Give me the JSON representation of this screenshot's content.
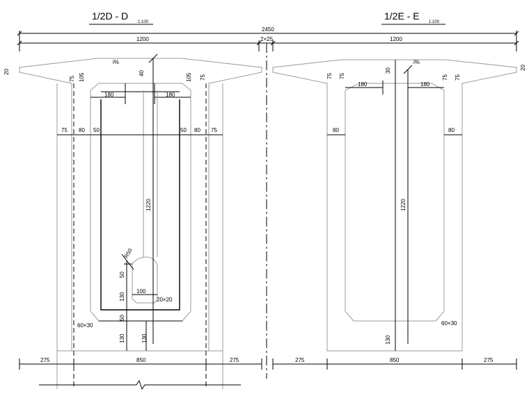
{
  "titles": {
    "left_main": "1/2D - D",
    "left_scale": "1:100",
    "right_main": "1/2E - E",
    "right_scale": "1:100"
  },
  "top_dims": {
    "overall": "2450",
    "left_half": "1200",
    "middle": "2×25",
    "right_half": "1200"
  },
  "left_section": {
    "deck_thickness": "20",
    "slope": "i%",
    "outer_haunch_h1": "75",
    "outer_haunch_h2": "105",
    "center_h": "40",
    "inner_haunch_h1": "105",
    "inner_haunch_h2": "75",
    "flange_left": "180",
    "flange_right": "180",
    "web_dims": [
      "75",
      "80",
      "50",
      "50",
      "80",
      "75"
    ],
    "height": "1220",
    "hole_label": "R50",
    "hole_top": "50",
    "hole_h": "130",
    "hole_w": "100",
    "hole_chamfer": "20×20",
    "bottom_h1": "50",
    "bottom_h2": "130",
    "bottom_center": "130",
    "corner": "60×30",
    "bottom_dims": [
      "275",
      "850",
      "275"
    ]
  },
  "right_section": {
    "deck_thickness": "20",
    "left_h1": "75",
    "left_h2": "75",
    "center_h": "30",
    "slope": "i%",
    "right_h1": "75",
    "right_h2": "75",
    "flange_left": "180",
    "flange_right": "180",
    "web_left": "80",
    "web_right": "80",
    "height": "1220",
    "bottom_h": "130",
    "corner": "60×30",
    "bottom_dims": [
      "275",
      "850",
      "275"
    ]
  }
}
